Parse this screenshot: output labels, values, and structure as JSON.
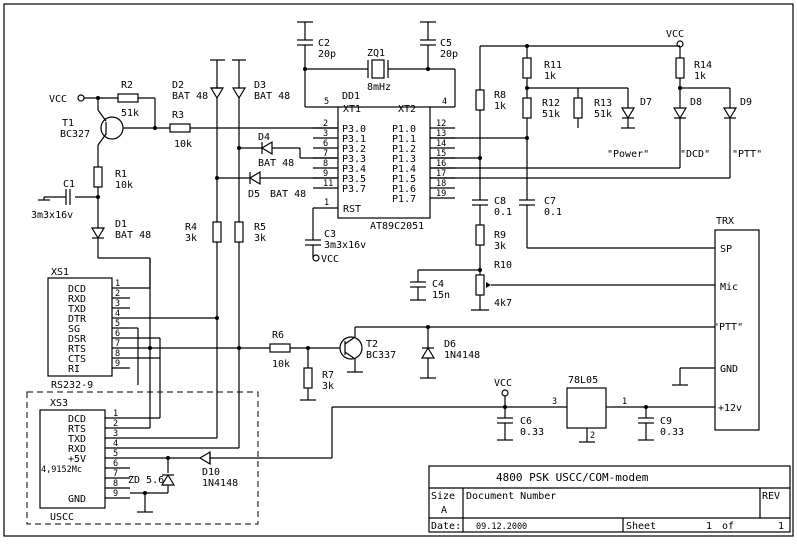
{
  "title_block": {
    "title": "4800 PSK USCC/COM-modem",
    "size_label": "Size",
    "size_value": "A",
    "docnum_label": "Document Number",
    "rev_label": "REV",
    "date_label": "Date:",
    "date_value": "09.12.2000",
    "sheet_label": "Sheet",
    "sheet_value": "1",
    "of_label": "of",
    "of_value": "1"
  },
  "labels": {
    "vcc": "VCC",
    "dd1": "DD1",
    "xt1": "XT1",
    "xt2": "XT2",
    "mcu_part": "AT89C2051",
    "rst": "RST",
    "mcu_left_pins": [
      "P3.0",
      "P3.1",
      "P3.2",
      "P3.3",
      "P3.4",
      "P3.5",
      "P3.7"
    ],
    "mcu_left_nums": [
      "2",
      "3",
      "6",
      "7",
      "8",
      "9",
      "11"
    ],
    "mcu_right_pins": [
      "P1.0",
      "P1.1",
      "P1.2",
      "P1.3",
      "P1.4",
      "P1.5",
      "P1.6",
      "P1.7"
    ],
    "mcu_right_nums": [
      "12",
      "13",
      "14",
      "15",
      "16",
      "17",
      "18",
      "19"
    ],
    "pin5": "5",
    "pin4": "4",
    "pin1": "1",
    "c2": "C2",
    "c2v": "20p",
    "c5": "C5",
    "c5v": "20p",
    "zq1": "ZQ1",
    "zq1v": "8mHz",
    "r2": "R2",
    "r2v": "51k",
    "r3": "R3",
    "r3v": "10k",
    "t1": "T1",
    "t1v": "BC327",
    "r1": "R1",
    "r1v": "10k",
    "c1": "C1",
    "c1v": "3m3x16v",
    "d1": "D1",
    "d1v": "BAT 48",
    "d2": "D2",
    "d2v": "BAT 48",
    "d3": "D3",
    "d3v": "BAT 48",
    "d4": "D4",
    "d4v": "BAT 48",
    "d5": "D5",
    "d5v": "BAT 48",
    "r4": "R4",
    "r4v": "3k",
    "r5": "R5",
    "r5v": "3k",
    "c3": "C3",
    "c3v": "3m3x16v",
    "r8": "R8",
    "r8v": "1k",
    "r11": "R11",
    "r11v": "1k",
    "r12": "R12",
    "r12v": "51k",
    "r13": "R13",
    "r13v": "51k",
    "r14": "R14",
    "r14v": "1k",
    "d7": "D7",
    "d8": "D8",
    "d9": "D9",
    "power": "\"Power\"",
    "dcd": "\"DCD\"",
    "ptt": "\"PTT\"",
    "c8": "C8",
    "c8v": "0.1",
    "c7": "C7",
    "c7v": "0.1",
    "r9": "R9",
    "r9v": "3k",
    "r10": "R10",
    "r10v": "4k7",
    "c4": "C4",
    "c4v": "15n",
    "trx": "TRX",
    "sp": "SP",
    "mic": "Mic",
    "ptt2": "\"PTT\"",
    "gnd": "GND",
    "plus12": "+12v",
    "r6": "R6",
    "r6v": "10k",
    "r7": "R7",
    "r7v": "3k",
    "t2": "T2",
    "t2v": "BC337",
    "d6": "D6",
    "d6v": "1N4148",
    "vr": "78L05",
    "vr_in": "3",
    "vr_out": "1",
    "vr_gnd": "2",
    "c6": "C6",
    "c6v": "0.33",
    "c9": "C9",
    "c9v": "0.33",
    "xs1": "XS1",
    "xs1_part": "RS232-9",
    "xs1_pins": [
      "DCD",
      "RXD",
      "TXD",
      "DTR",
      "SG",
      "DSR",
      "RTS",
      "CTS",
      "RI"
    ],
    "xs1_nums": [
      "1",
      "2",
      "3",
      "4",
      "5",
      "6",
      "7",
      "8",
      "9"
    ],
    "xs3": "XS3",
    "xs3_part": "USCC",
    "xs3_pins": [
      "DCD",
      "RTS",
      "TXD",
      "RXD",
      "+5V",
      "4,9152Mc",
      "",
      "",
      "GND"
    ],
    "xs3_nums": [
      "1",
      "2",
      "3",
      "4",
      "5",
      "6",
      "7",
      "8",
      "9"
    ],
    "zd": "ZD 5.6",
    "d10": "D10",
    "d10v": "1N4148"
  }
}
